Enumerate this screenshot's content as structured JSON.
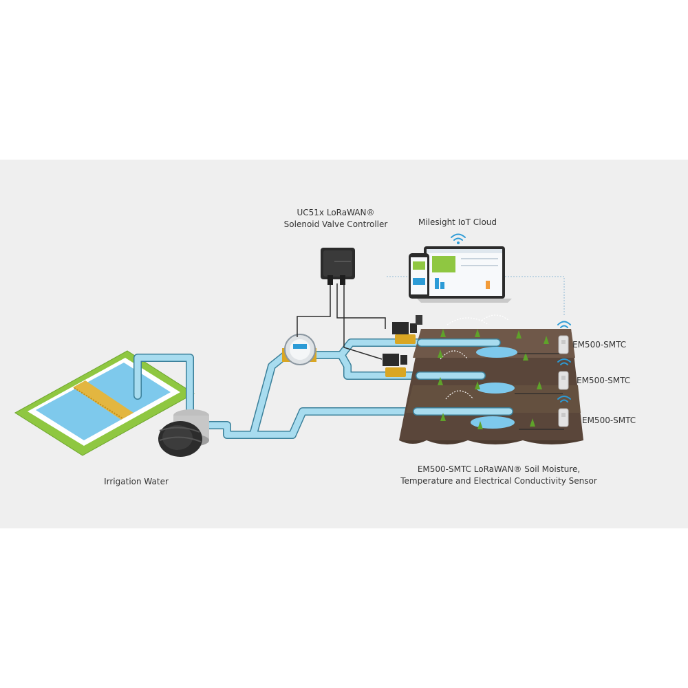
{
  "labels": {
    "valve_controller_line1": "UC51x LoRaWAN®",
    "valve_controller_line2": "Solenoid Valve Controller",
    "cloud": "Milesight IoT Cloud",
    "sensor_1": "EM500-SMTC",
    "sensor_2": "EM500-SMTC",
    "sensor_3": "EM500-SMTC",
    "water_source": "Irrigation Water",
    "sensor_desc_line1": "EM500-SMTC LoRaWAN® Soil Moisture,",
    "sensor_desc_line2": "Temperature and Electrical Conductivity Sensor"
  },
  "colors": {
    "panel": "#efefef",
    "pipe": "#a8dcef",
    "pipe_outline": "#3a7f99",
    "water": "#7ec9ec",
    "grass": "#8fc741",
    "soil": "#5a463a",
    "soil_light": "#6f5849",
    "device": "#2b2b2b",
    "valve": "#d9a623",
    "wifi": "#2c9bd6",
    "sensor": "#e3e3e3"
  },
  "icons": {
    "wireless": "wifi-icon",
    "valve": "solenoid-valve-icon",
    "sensor": "soil-sensor-icon",
    "pump": "water-pump-icon",
    "meter": "water-meter-icon"
  }
}
